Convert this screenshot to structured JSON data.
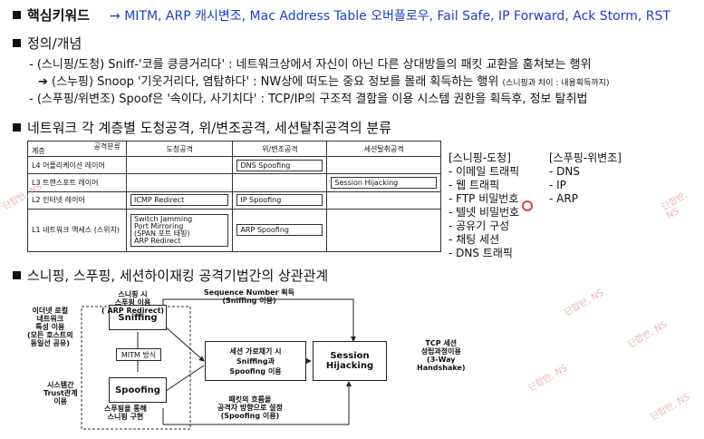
{
  "header": {
    "title": "핵심키워드",
    "keywords": "→ MITM, ARP 캐시변조, Mac Address Table 오버플로우, Fail Safe, IP Forward, Ack Storm, RST"
  },
  "concept": {
    "title": "정의/개념",
    "line1": "- (스니핑/도청) Sniff-'코를 킁킁거리다' : 네트워크상에서 자신이 아닌 다른 상대방들의 패킷 교환을 훔쳐보는 행위",
    "line2": "➔ (스누핑) Snoop '기웃거리다, 염탐하다' : NW상에 떠도는 중요 정보를 몰래 획득하는 행위",
    "line2_note": "(스니핑과 차이 : 내용획득까지)",
    "line3": "- (스푸핑/위변조) Spoof은 '속이다, 사기치다' : TCP/IP의 구조적 결함을 이용 시스템 권한을 획득후, 정보 탈취법"
  },
  "classification": {
    "title": "네트워크 각 계층별 도청공격, 위/변조공격, 세션탈취공격의 분류",
    "table": {
      "corner_top": "공격분류",
      "corner_bottom": "계층",
      "col1": "도청공격",
      "col2": "위/변조공격",
      "col3": "세션탈취공격",
      "rows": [
        {
          "layer": "L4 어플리케이션 레이어",
          "c1": "",
          "c2": "DNS Spoofing",
          "c3": ""
        },
        {
          "layer": "L3 트랜스포트 레이어",
          "c1": "",
          "c2": "",
          "c3": "Session Hijacking"
        },
        {
          "layer": "L2 인터넷 레이어",
          "c1": "ICMP Redirect",
          "c2": "IP Spoofing",
          "c3": ""
        },
        {
          "layer": "L1 네트워크 액세스 (스위치)",
          "c1": "Switch Jamming\nPort Mirroring\n(SPAN 포트 태핑)\nARP Redirect",
          "c2": "ARP Spoofing",
          "c3": ""
        }
      ]
    },
    "list1": {
      "title": "[스니핑-도청]",
      "items": [
        "- 이메일 트래픽",
        "- 웹 트래픽",
        "- FTP 비밀번호",
        "- 텔넷 비밀번호",
        "- 공유기 구성",
        "- 채팅 세션",
        "- DNS 트래픽"
      ]
    },
    "list2": {
      "title": "[스푸핑-위변조]",
      "items": [
        "- DNS",
        "- IP",
        "- ARP"
      ]
    }
  },
  "relation": {
    "title": "스니핑, 스푸핑, 세션하이재킹 공격기법간의 상관관계",
    "boxes": {
      "sniffing": "Sniffing",
      "spoofing": "Spoofing",
      "mitm": "MITM 방식",
      "session_mid": "세션 가로채기 시\nSniffing과\nSpoofing 이용",
      "hijacking": "Session\nHijacking"
    },
    "labels": {
      "seq": "Sequence Number 획득\n(Sniffing 이용)",
      "sniff_use": "스니핑 시\n스푸핑 이용\n( ARP Redirect)",
      "ethernet": "이더넷 로컬\n네트워크\n특성 이용\n(모든 호스트의\n동일선 공유)",
      "trust": "시스템간\nTrust관계\n이용",
      "spoof_impl": "스푸핑을 통해\n스니핑 구현",
      "packet_flow": "패킷의 흐름을\n공격자 방향으로 설정\n(Spoofing 이용)",
      "tcp": "TCP 세션\n성립과정이용\n(3-Way\nHandshake)"
    }
  },
  "watermark": "단합반, NS"
}
